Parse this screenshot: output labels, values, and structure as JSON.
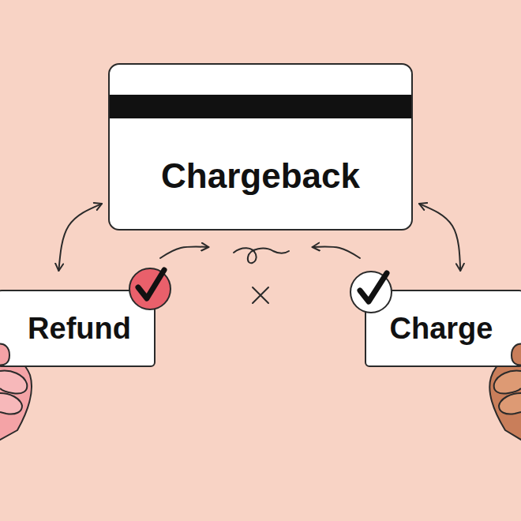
{
  "diagram": {
    "nodes": [
      {
        "text": [
          "Chargeback"
        ]
      },
      {
        "text": [
          "Refund"
        ]
      },
      {
        "text": [
          "Charge"
        ]
      }
    ],
    "edges": [
      {
        "from": 0,
        "to": 1,
        "arrow": "both"
      },
      {
        "from": 0,
        "to": 2,
        "arrow": "both"
      },
      {
        "from": 1,
        "to": 0,
        "arrow": "to"
      },
      {
        "from": 2,
        "to": 0,
        "arrow": "to"
      }
    ]
  }
}
